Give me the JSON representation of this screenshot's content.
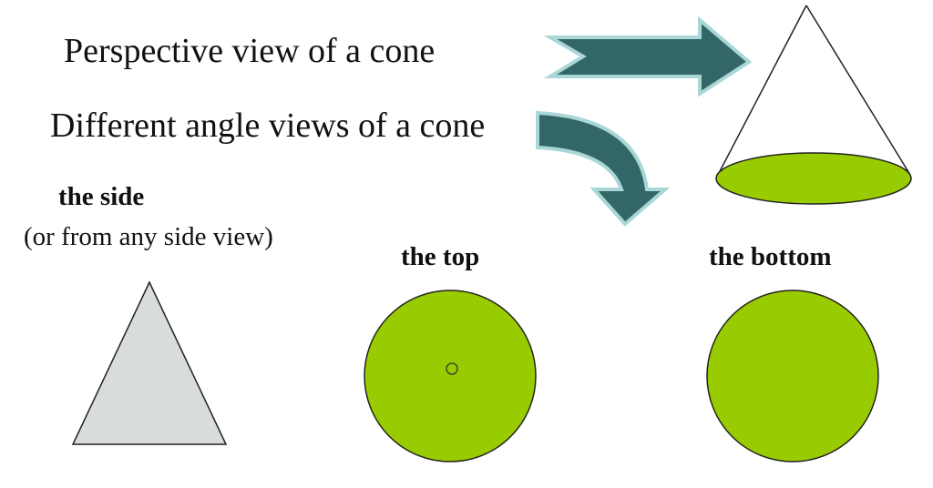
{
  "labels": {
    "perspective": "Perspective view of a cone",
    "different": "Different angle views of a cone",
    "side_title": "the side",
    "side_sub": "(or from any side view)",
    "top_title": "the top",
    "bottom_title": "the bottom"
  },
  "colors": {
    "cone_fill": "#99cc00",
    "arrow_fill": "#336666",
    "arrow_outline": "#a9d7d7",
    "side_fill": "#d8dcdc",
    "stroke": "#222222"
  },
  "icons": {
    "arrow_right": "right-arrow-icon",
    "arrow_curved": "curved-down-arrow-icon"
  }
}
